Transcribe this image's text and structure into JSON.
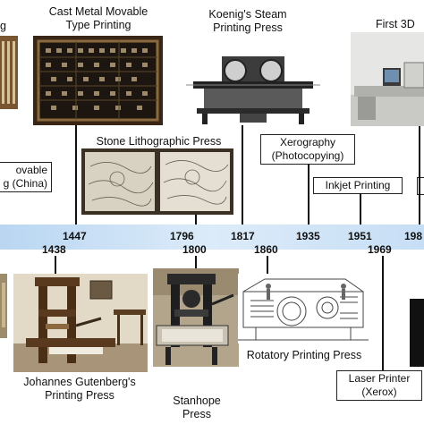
{
  "events_top": [
    {
      "id": "cast-metal",
      "year": "1447",
      "label_lines": [
        "Cast Metal Movable",
        "Type Printing"
      ]
    },
    {
      "id": "stone-litho",
      "year": "1796",
      "label_lines": [
        "Stone Lithographic Press"
      ]
    },
    {
      "id": "koenig",
      "year": "1817",
      "label_lines": [
        "Koenig's Steam",
        "Printing Press"
      ]
    },
    {
      "id": "xerography",
      "year": "1935",
      "label_lines": [
        "Xerography",
        "(Photocopying)"
      ]
    },
    {
      "id": "inkjet",
      "year": "1951",
      "label_lines": [
        "Inkjet Printing"
      ]
    },
    {
      "id": "first-3d",
      "year": "198",
      "label_lines": [
        "First 3D"
      ]
    },
    {
      "id": "movable-china",
      "label_lines": [
        "ovable",
        "g (China)"
      ]
    }
  ],
  "events_bottom": [
    {
      "id": "gutenberg",
      "year": "1438",
      "label_lines": [
        "Johannes Gutenberg's",
        "Printing Press"
      ]
    },
    {
      "id": "stanhope",
      "year": "1800",
      "label_lines": [
        "Stanhope",
        "Press"
      ]
    },
    {
      "id": "rotatory",
      "year": "1860",
      "label_lines": [
        "Rotatory Printing Press"
      ]
    },
    {
      "id": "laser",
      "year": "1969",
      "label_lines": [
        "Laser Printer",
        "(Xerox)"
      ]
    }
  ],
  "top_left_fragment": "g"
}
